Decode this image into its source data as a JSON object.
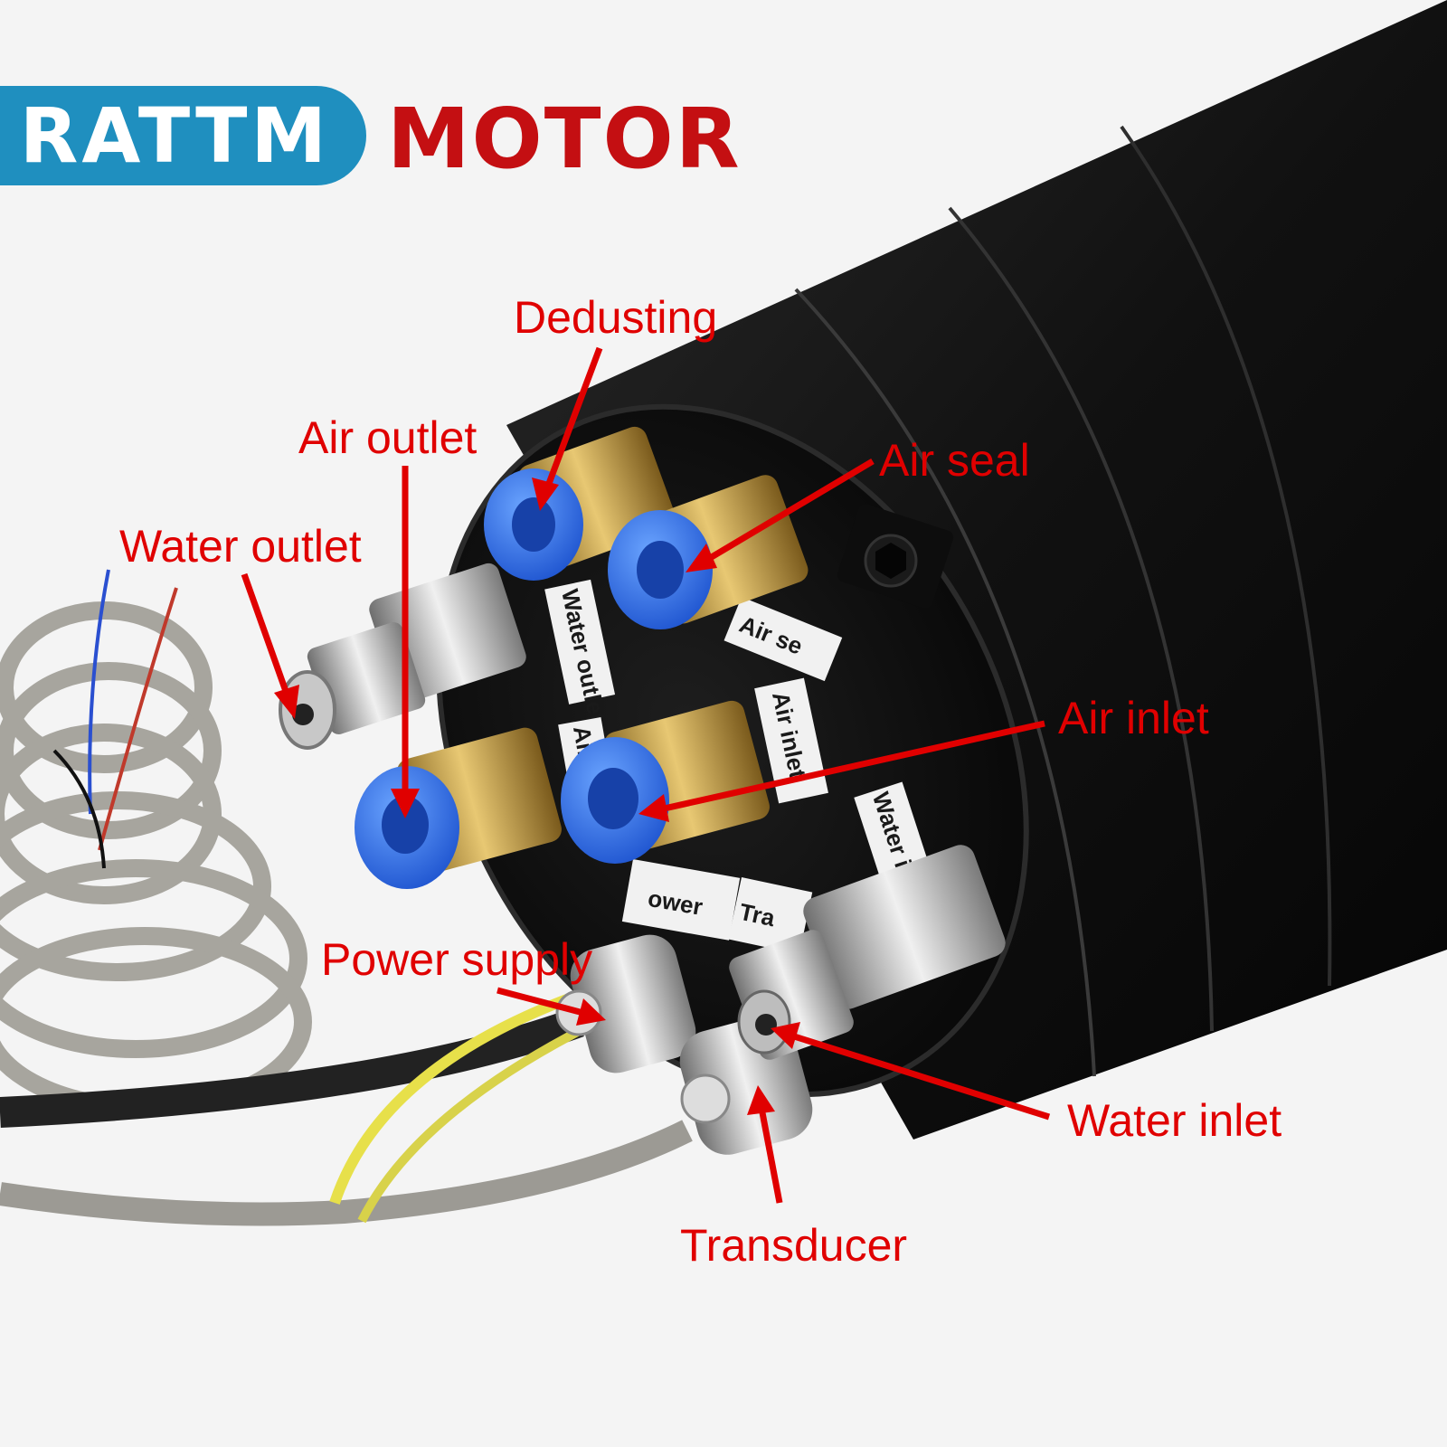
{
  "brand": {
    "badge_text": "RATTM",
    "word": "MOTOR",
    "badge_color": "#1f8fbf",
    "word_color": "#c40f12"
  },
  "callouts": {
    "dedusting": "Dedusting",
    "air_outlet": "Air outlet",
    "air_seal": "Air seal",
    "water_outlet": "Water outlet",
    "air_inlet": "Air inlet",
    "power_supply": "Power supply",
    "water_inlet": "Water inlet",
    "transducer": "Transducer"
  },
  "port_tags": {
    "water_outlet": "Water outlet",
    "air_seal": "Air se",
    "air_inlet": "Air inlet",
    "air": "Air",
    "water_inlet": "Water inlet",
    "power": "ower",
    "trans": "Tra"
  },
  "colors": {
    "callout_red": "#e00000",
    "fitting_blue": "#2f6fe0",
    "brass": "#c9a24a",
    "body_black": "#141414"
  }
}
